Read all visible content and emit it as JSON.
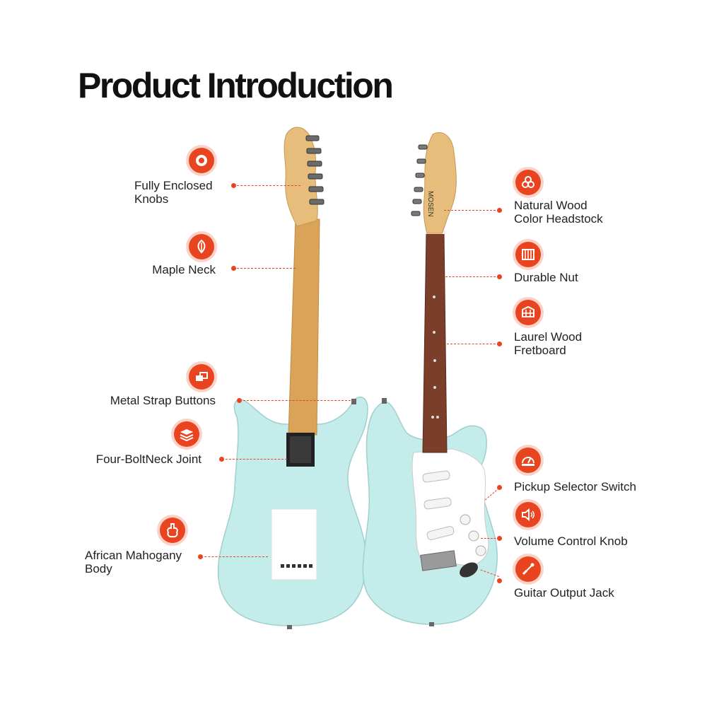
{
  "title": "Product Introduction",
  "brand_on_headstock": "MOSEN",
  "colors": {
    "accent": "#e8441f",
    "body": "#bfe8e8",
    "maple": "#d9a45a",
    "fretboard": "#7a3e2a"
  },
  "features_left": [
    {
      "label": "Fully Enclosed\nKnobs",
      "icon": "knob-icon"
    },
    {
      "label": "Maple Neck",
      "icon": "maple-leaf-icon"
    },
    {
      "label": "Metal Strap Buttons",
      "icon": "strap-button-icon"
    },
    {
      "label": "Four-BoltNeck Joint",
      "icon": "layers-icon"
    },
    {
      "label": "African Mahogany\nBody",
      "icon": "guitar-body-icon"
    }
  ],
  "features_right": [
    {
      "label": "Natural Wood\nColor Headstock",
      "icon": "wood-logs-icon"
    },
    {
      "label": "Durable Nut",
      "icon": "nut-icon"
    },
    {
      "label": "Laurel Wood\nFretboard",
      "icon": "fretboard-icon"
    },
    {
      "label": "Pickup Selector Switch",
      "icon": "selector-switch-icon"
    },
    {
      "label": "Volume Control Knob",
      "icon": "speaker-icon"
    },
    {
      "label": "Guitar Output Jack",
      "icon": "jack-cable-icon"
    }
  ]
}
